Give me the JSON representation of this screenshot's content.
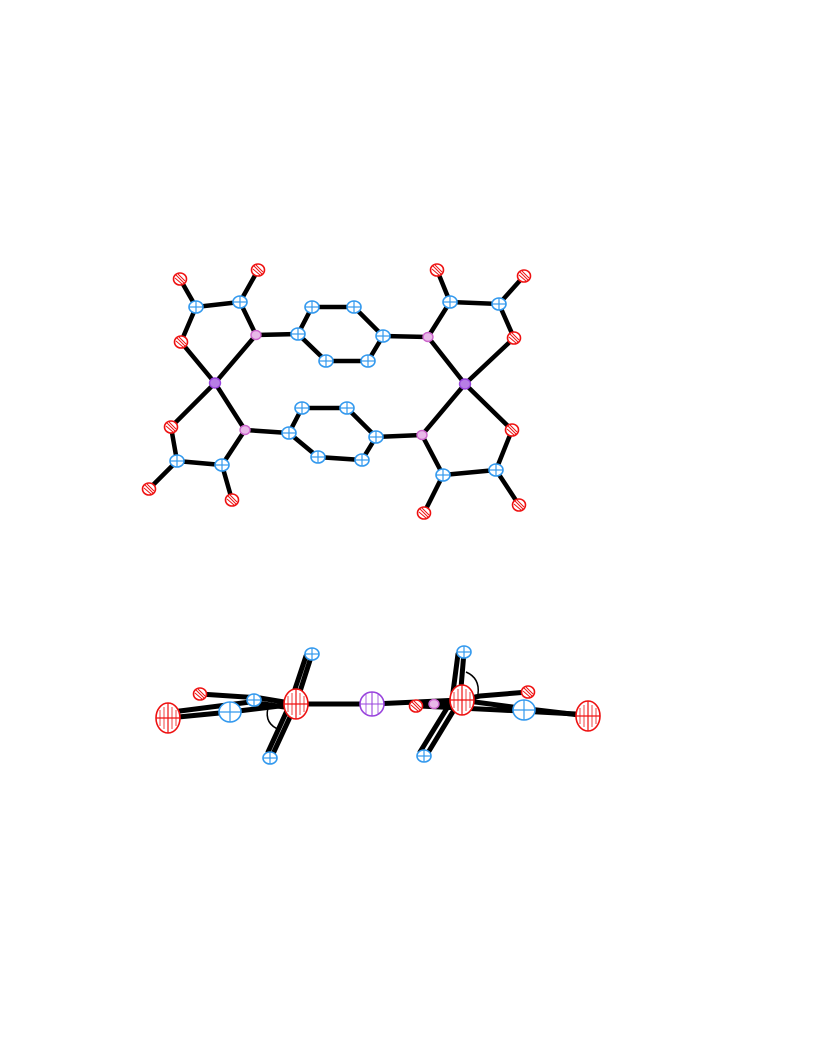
{
  "figure": {
    "views": [
      "top-view",
      "side-view"
    ],
    "colors": {
      "background": "#ffffff",
      "bond": "#000000",
      "carbon": "#3399ee",
      "oxygen": "#ee1111",
      "boron": "#cc66cc",
      "phosphorus": "#9944dd"
    },
    "icons": [
      "ellipsoid-icon",
      "bond-line",
      "torsion-arc-icon"
    ]
  }
}
